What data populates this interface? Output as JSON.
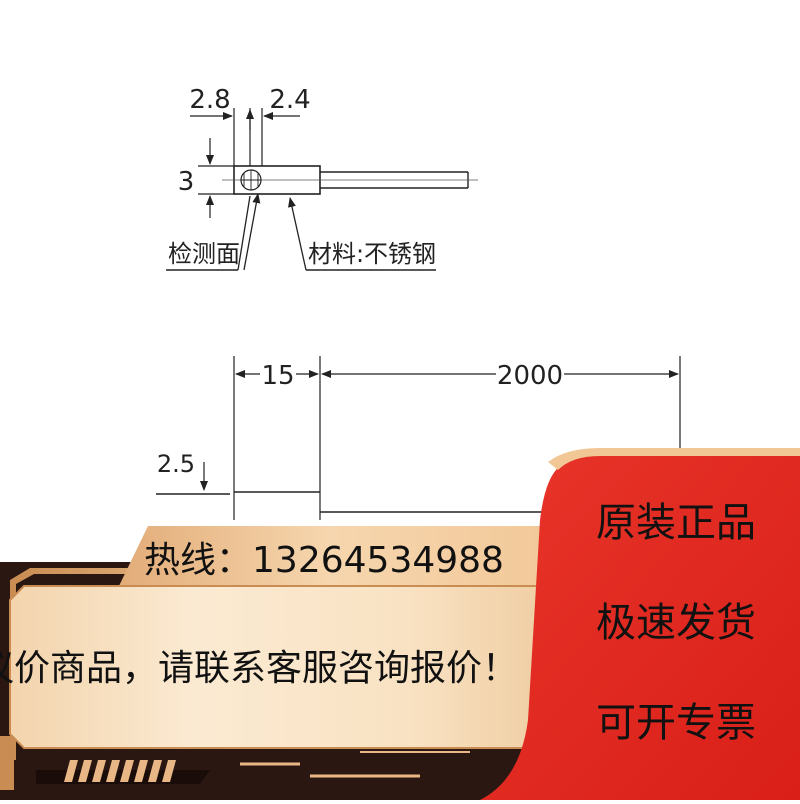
{
  "drawing_top": {
    "dim_width_left": "2.8",
    "dim_width_right": "2.4",
    "dim_height": "3",
    "label_detection_face": "检测面",
    "label_material": "材料:不锈钢"
  },
  "drawing_bottom": {
    "dim_head_length": "15",
    "dim_cable_length": "2000",
    "dim_diameter": "2.5"
  },
  "banner": {
    "hotline": "热线：13264534988",
    "message": "议价商品，请联系客服咨询报价！",
    "badges": [
      "原装正品",
      "极速发货",
      "可开专票"
    ],
    "colors": {
      "red": "#e0281f",
      "cream": "#f7dfbe",
      "gold": "#e9b785",
      "dark": "#2a1712"
    }
  }
}
